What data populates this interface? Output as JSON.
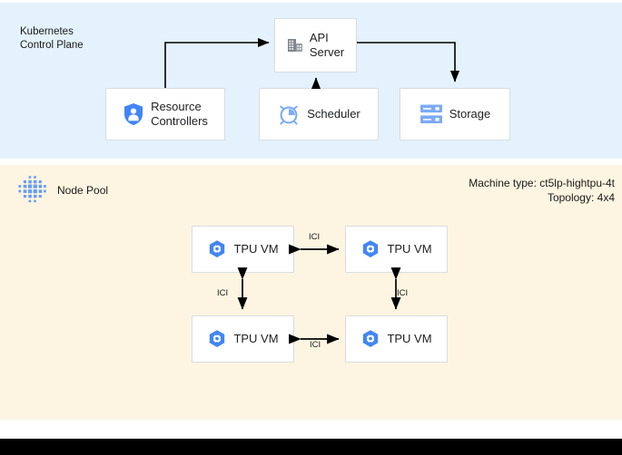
{
  "panels": {
    "control_plane": {
      "label": "Kubernetes\nControl Plane",
      "background": "#e3f2fd",
      "nodes": [
        {
          "id": "api-server",
          "label": "API\nServer",
          "icon": "building-icon"
        },
        {
          "id": "resource-controllers",
          "label": "Resource\nControllers",
          "icon": "shield-person-icon"
        },
        {
          "id": "scheduler",
          "label": "Scheduler",
          "icon": "alarm-clock-icon"
        },
        {
          "id": "storage",
          "label": "Storage",
          "icon": "storage-rack-icon"
        }
      ],
      "connections": [
        {
          "from": "resource-controllers",
          "to": "api-server",
          "direction": "one-way"
        },
        {
          "from": "scheduler",
          "to": "api-server",
          "direction": "one-way"
        },
        {
          "from": "api-server",
          "to": "storage",
          "direction": "one-way"
        }
      ]
    },
    "node_pool": {
      "label": "Node Pool",
      "icon": "dot-cluster-icon",
      "background": "#fdf5e1",
      "machine_type": "Machine type: ct5lp-hightpu-4t",
      "topology": "Topology: 4x4",
      "vms": [
        {
          "id": "tpu-vm-0",
          "label": "TPU VM",
          "icon": "tpu-hexagon-icon"
        },
        {
          "id": "tpu-vm-1",
          "label": "TPU VM",
          "icon": "tpu-hexagon-icon"
        },
        {
          "id": "tpu-vm-2",
          "label": "TPU VM",
          "icon": "tpu-hexagon-icon"
        },
        {
          "id": "tpu-vm-3",
          "label": "TPU VM",
          "icon": "tpu-hexagon-icon"
        }
      ],
      "links": [
        {
          "label": "ICI",
          "between": [
            "tpu-vm-0",
            "tpu-vm-1"
          ],
          "orientation": "horizontal"
        },
        {
          "label": "ICI",
          "between": [
            "tpu-vm-2",
            "tpu-vm-3"
          ],
          "orientation": "horizontal"
        },
        {
          "label": "ICI",
          "between": [
            "tpu-vm-0",
            "tpu-vm-2"
          ],
          "orientation": "vertical"
        },
        {
          "label": "ICI",
          "between": [
            "tpu-vm-1",
            "tpu-vm-3"
          ],
          "orientation": "vertical"
        }
      ]
    }
  },
  "colors": {
    "control_plane_bg": "#e3f2fd",
    "node_pool_bg": "#fdf5e1",
    "node_border": "#dadce0",
    "node_bg": "#ffffff",
    "accent_blue": "#4285f4",
    "icon_gray": "#80868b",
    "line": "#000000",
    "bottom_bar": "#000000"
  }
}
